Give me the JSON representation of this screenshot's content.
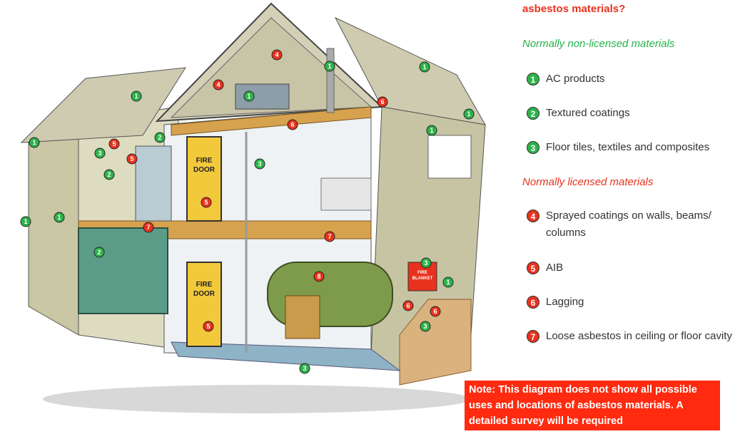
{
  "header": "asbestos materials?",
  "groups": [
    {
      "title": "Normally non-licensed materials",
      "color": "#25b34b"
    },
    {
      "title": "Normally licensed materials",
      "color": "#e8321e"
    }
  ],
  "items": [
    {
      "num": "1",
      "label": "AC products",
      "kind": "g"
    },
    {
      "num": "2",
      "label": "Textured coatings",
      "kind": "g"
    },
    {
      "num": "3",
      "label": "Floor tiles, textiles and composites",
      "kind": "g"
    },
    {
      "num": "4",
      "label": "Sprayed coatings on walls, beams/ columns",
      "kind": "r"
    },
    {
      "num": "5",
      "label": "AIB",
      "kind": "r"
    },
    {
      "num": "6",
      "label": "Lagging",
      "kind": "r"
    },
    {
      "num": "7",
      "label": "Loose asbestos in ceiling or floor cavity",
      "kind": "r"
    }
  ],
  "note": "Note: This diagram does not show all possible uses and locations of asbestos materials. A detailed survey will be required",
  "door_label_1": "FIRE",
  "door_label_2": "DOOR",
  "blanket_label_1": "FIRE",
  "blanket_label_2": "BLANKET",
  "colors": {
    "green_marker": "#2db34a",
    "red_marker": "#e8321e",
    "note_bg": "#ff2a0f"
  }
}
